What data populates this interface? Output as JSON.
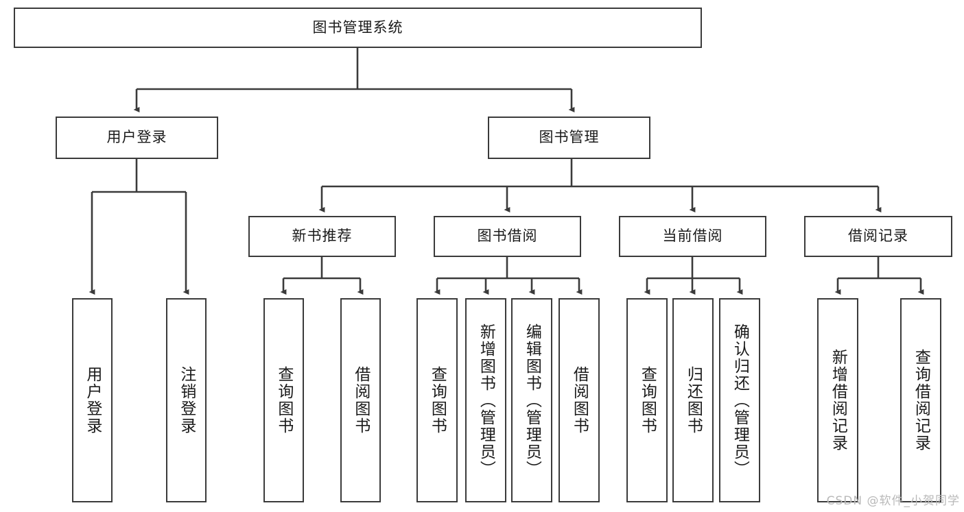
{
  "diagram": {
    "type": "tree-hierarchy-chart",
    "title": "图书管理系统",
    "root": {
      "label": "图书管理系统"
    },
    "level2": [
      {
        "id": "user-login",
        "label": "用户登录"
      },
      {
        "id": "book-manage",
        "label": "图书管理"
      }
    ],
    "level3": [
      {
        "id": "new-book-rec",
        "label": "新书推荐",
        "parent": "book-manage"
      },
      {
        "id": "book-borrow",
        "label": "图书借阅",
        "parent": "book-manage"
      },
      {
        "id": "current-borrow",
        "label": "当前借阅",
        "parent": "book-manage"
      },
      {
        "id": "borrow-record",
        "label": "借阅记录",
        "parent": "book-manage"
      }
    ],
    "leaves": [
      {
        "id": "leaf-user-login",
        "label": "用户登录",
        "parent": "user-login"
      },
      {
        "id": "leaf-user-logout",
        "label": "注销登录",
        "parent": "user-login"
      },
      {
        "id": "leaf-query-book-1",
        "label": "查询图书",
        "parent": "new-book-rec"
      },
      {
        "id": "leaf-borrow-book-1",
        "label": "借阅图书",
        "parent": "new-book-rec"
      },
      {
        "id": "leaf-query-book-2",
        "label": "查询图书",
        "parent": "book-borrow"
      },
      {
        "id": "leaf-add-book",
        "label": "新增图书（管理员）",
        "parent": "book-borrow"
      },
      {
        "id": "leaf-edit-book",
        "label": "编辑图书（管理员）",
        "parent": "book-borrow"
      },
      {
        "id": "leaf-borrow-book-2",
        "label": "借阅图书",
        "parent": "book-borrow"
      },
      {
        "id": "leaf-query-book-3",
        "label": "查询图书",
        "parent": "current-borrow"
      },
      {
        "id": "leaf-return-book",
        "label": "归还图书",
        "parent": "current-borrow"
      },
      {
        "id": "leaf-confirm-return",
        "label": "确认归还（管理员）",
        "parent": "current-borrow"
      },
      {
        "id": "leaf-add-record",
        "label": "新增借阅记录",
        "parent": "borrow-record"
      },
      {
        "id": "leaf-query-record",
        "label": "查询借阅记录",
        "parent": "borrow-record"
      }
    ],
    "watermark": "CSDN @软件_小贺同学",
    "colors": {
      "stroke": "#3a3a3a",
      "text": "#1a1a1a",
      "background": "#ffffff",
      "watermark": "#b9b9b9"
    }
  }
}
